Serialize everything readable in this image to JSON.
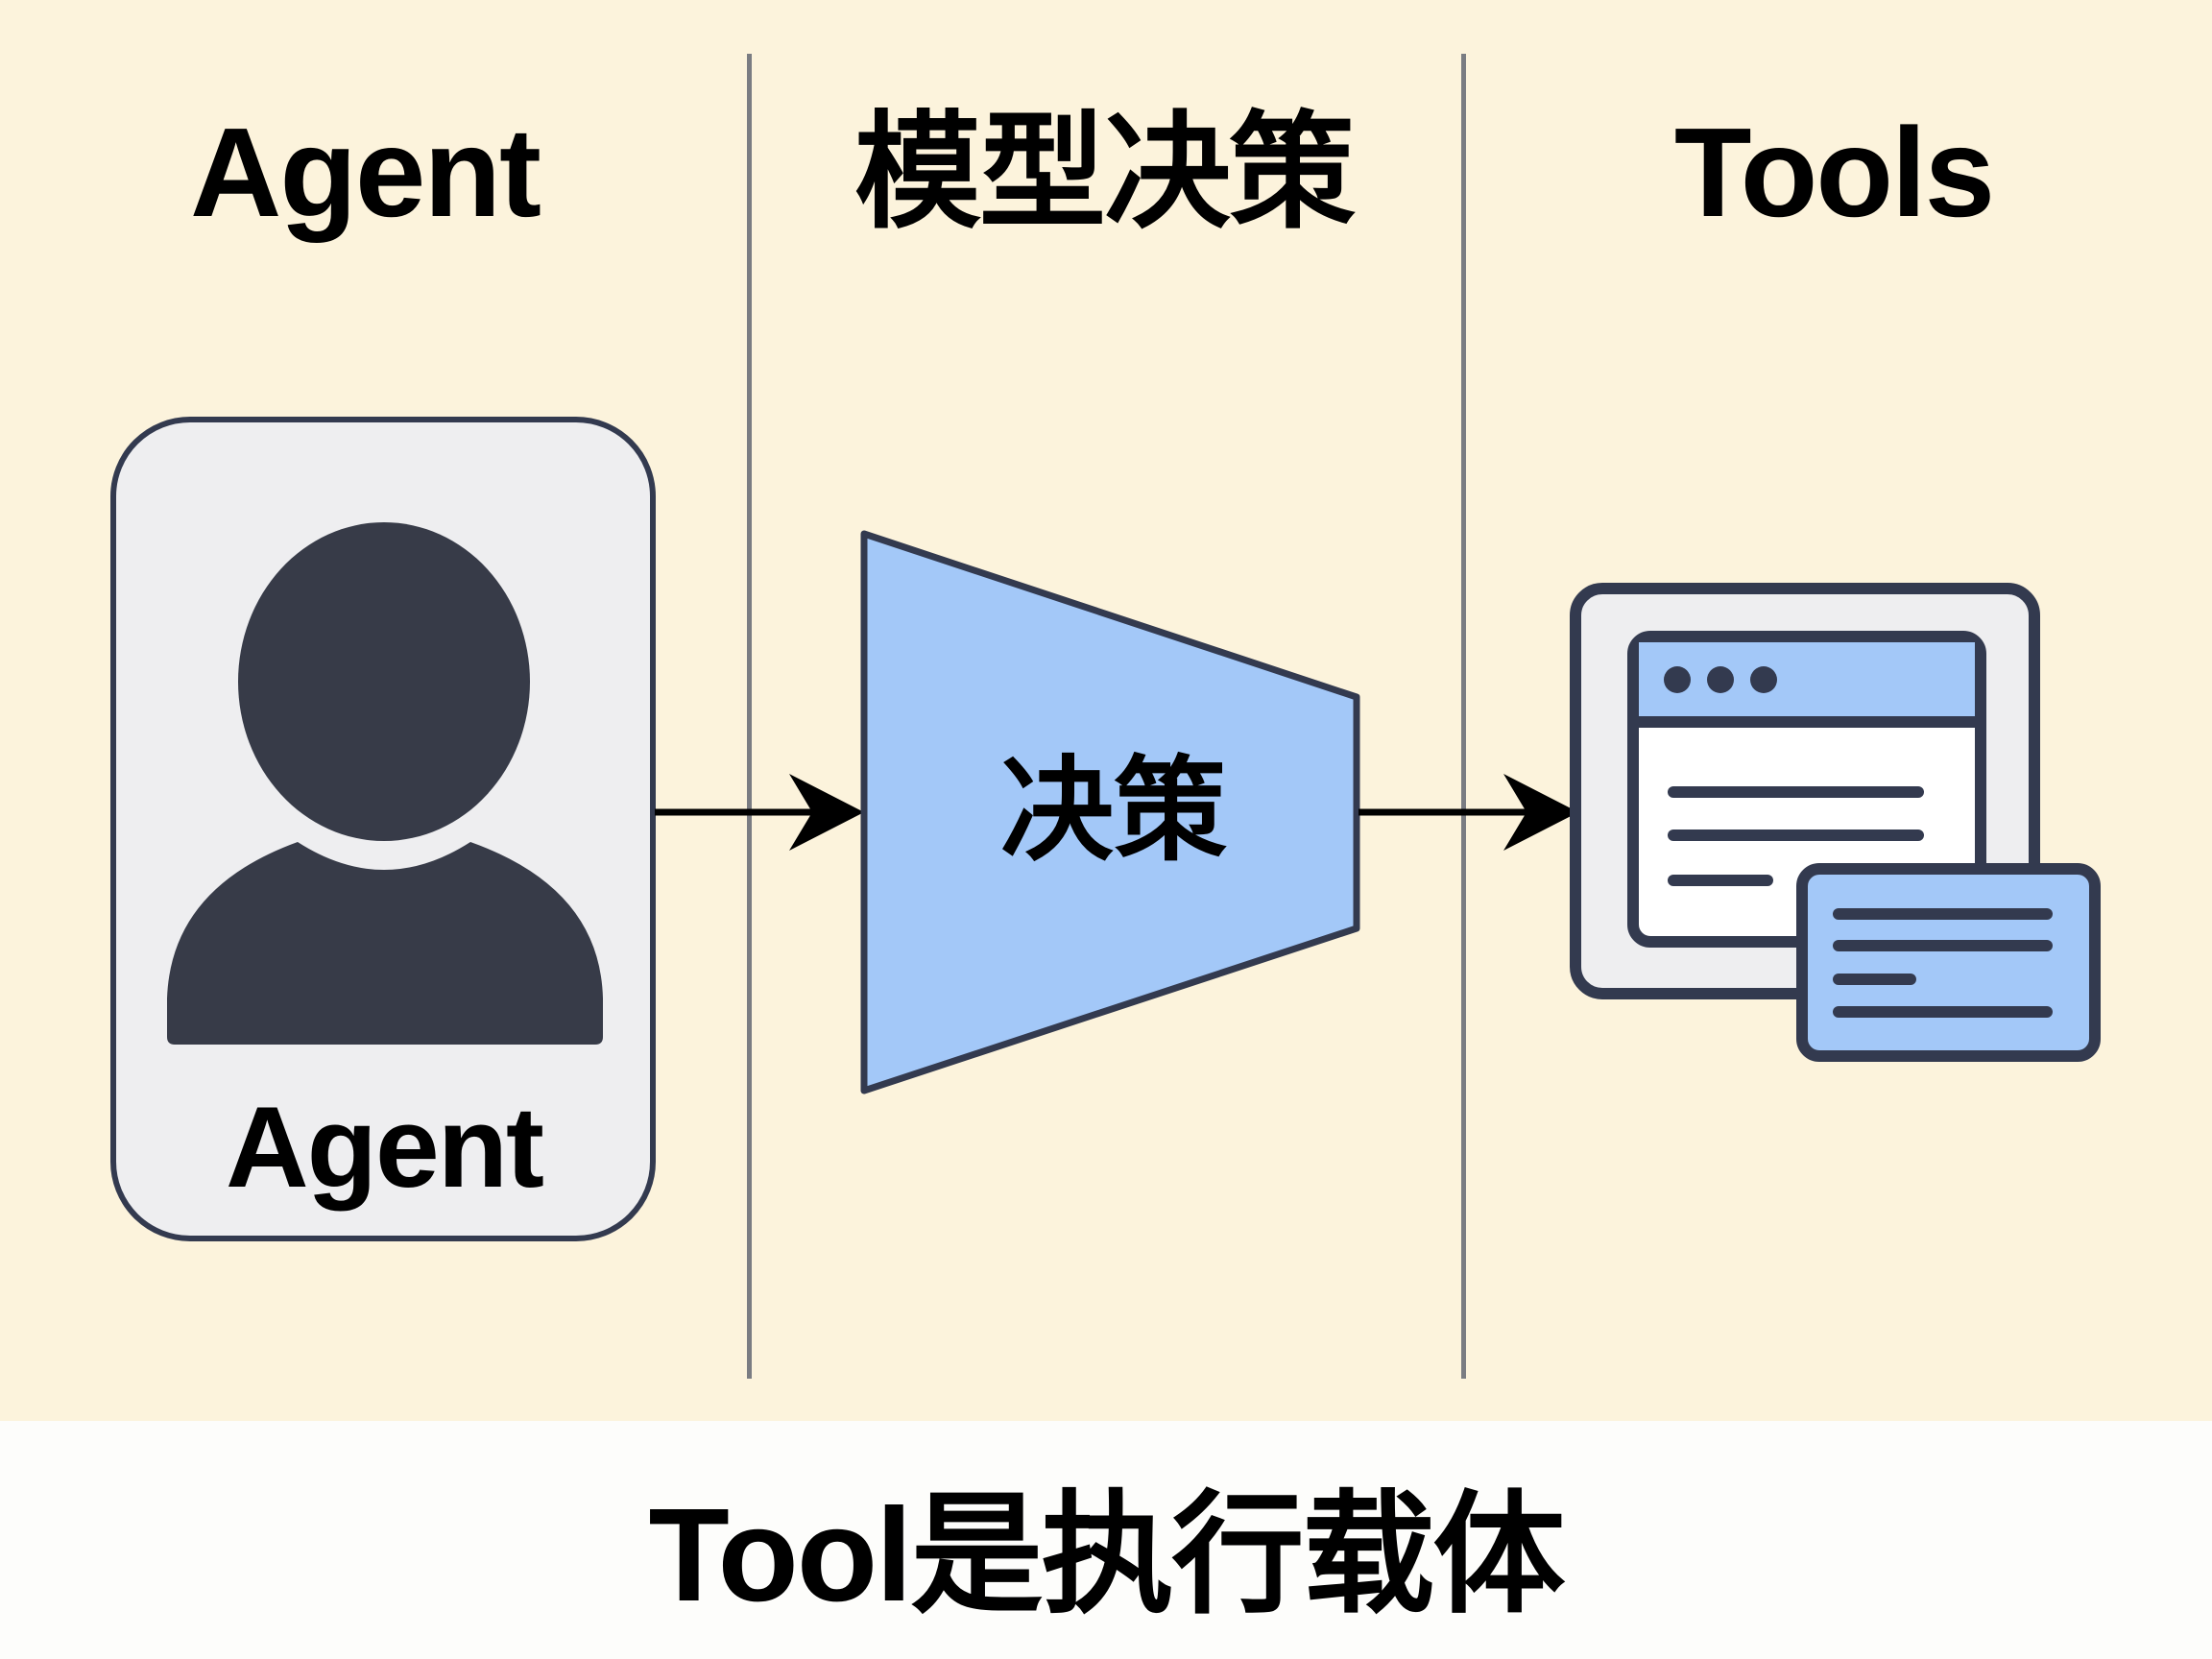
{
  "columns": [
    {
      "title": "Agent"
    },
    {
      "title": "模型决策"
    },
    {
      "title": "Tools"
    }
  ],
  "agent_card": {
    "icon": "person-icon",
    "label": "Agent"
  },
  "decision_node": {
    "label": "决策",
    "shape": "trapezoid"
  },
  "tools_node": {
    "icon": "browser-window-icon",
    "secondary_icon": "document-card-icon"
  },
  "caption": "Tool是执行载体",
  "colors": {
    "background": "#fcf3dc",
    "caption_background": "#fdfdfb",
    "stroke": "#333a4f",
    "blue_fill": "#a3c8f8",
    "card_fill": "#eeeef0",
    "divider": "#7a7c82"
  }
}
